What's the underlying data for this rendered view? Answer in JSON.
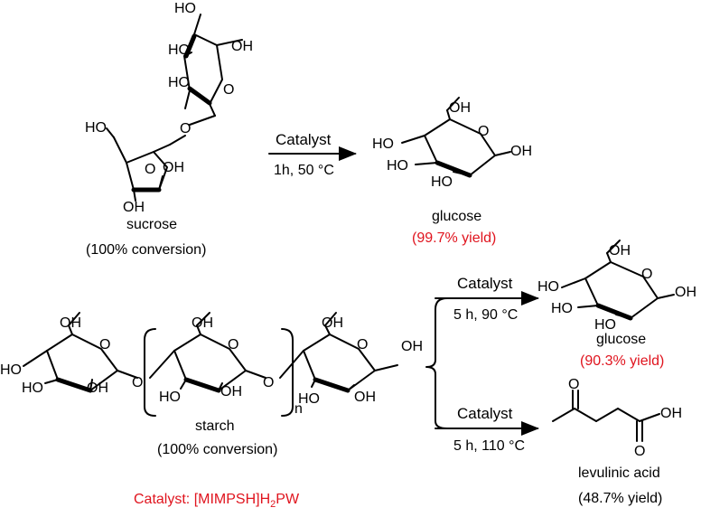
{
  "reaction1": {
    "reactant_name": "sucrose",
    "reactant_note": "(100% conversion)",
    "catalyst_label": "Catalyst",
    "conditions": "1h, 50 °C",
    "product_name": "glucose",
    "product_yield": "(99.7% yield)"
  },
  "reaction2": {
    "reactant_name": "starch",
    "reactant_note": "(100% conversion)",
    "repeat_label": "n",
    "branch_top": {
      "catalyst_label": "Catalyst",
      "conditions": "5 h, 90 °C",
      "product_name": "glucose",
      "product_yield": "(90.3% yield)"
    },
    "branch_bottom": {
      "catalyst_label": "Catalyst",
      "conditions": "5 h, 110 °C",
      "product_name": "levulinic acid",
      "product_yield": "(48.7% yield)"
    }
  },
  "atoms": {
    "hydroxyl": "HO",
    "hydroxyl_r": "OH",
    "oxygen": "O",
    "keto": "O"
  },
  "footer": {
    "catalyst_prefix": "Catalyst: ",
    "catalyst_formula_a": "[MIMPSH]H",
    "catalyst_sub": "2",
    "catalyst_formula_b": "PW"
  },
  "colors": {
    "highlight": "#e0141e",
    "ink": "#000000"
  }
}
